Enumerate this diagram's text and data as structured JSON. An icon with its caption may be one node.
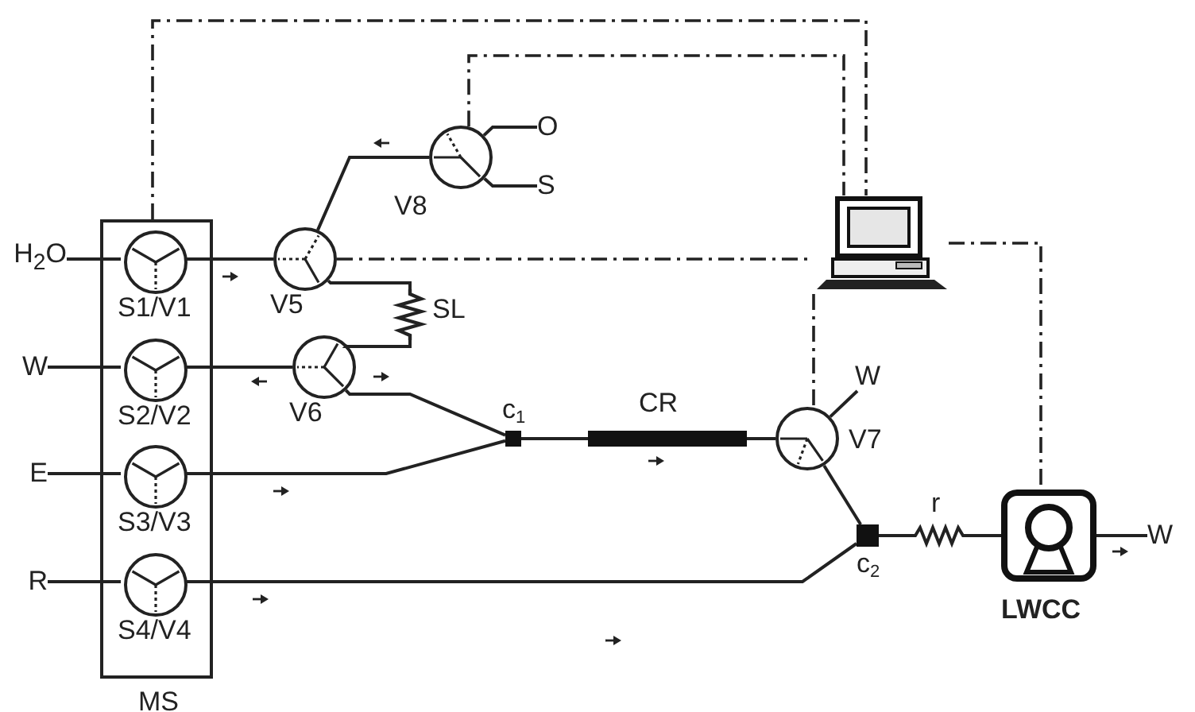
{
  "diagram": {
    "nodes": [
      {
        "text": [
          "MS"
        ]
      },
      {
        "text": [
          "S1/V1"
        ],
        "in": 0
      },
      {
        "text": [
          "S2/V2"
        ],
        "in": 0
      },
      {
        "text": [
          "S3/V3"
        ],
        "in": 0
      },
      {
        "text": [
          "S4/V4"
        ],
        "in": 0
      },
      {
        "text": [
          "H$_{2}$O"
        ]
      },
      {
        "text": [
          "W"
        ]
      },
      {
        "text": [
          "E"
        ]
      },
      {
        "text": [
          "R"
        ]
      },
      {
        "text": [
          "V5"
        ]
      },
      {
        "text": [
          "V6"
        ]
      },
      {
        "text": [
          "V8"
        ]
      },
      {
        "text": [
          "O"
        ]
      },
      {
        "text": [
          "S"
        ]
      },
      {
        "text": [
          "SL"
        ]
      },
      {
        "text": [
          "c$_{1}$"
        ]
      },
      {
        "text": [
          "CR"
        ]
      },
      {
        "text": [
          "V7"
        ]
      },
      {
        "text": [
          "W"
        ]
      },
      {
        "text": [
          "c$_{2}$"
        ]
      },
      {
        "text": [
          "r"
        ]
      },
      {
        "text": [
          "LWCC"
        ]
      },
      {
        "text": [
          "W"
        ]
      },
      {
        "text": [],
        "shape": "computer"
      }
    ],
    "edges": [
      {
        "from": 5,
        "to": 1,
        "arrow": "none"
      },
      {
        "from": 1,
        "to": 9,
        "arrow": "none"
      },
      {
        "from": 6,
        "to": 2,
        "arrow": "none"
      },
      {
        "from": 2,
        "to": 10,
        "arrow": "none"
      },
      {
        "from": 7,
        "to": 3,
        "arrow": "none"
      },
      {
        "from": 3,
        "to": 15,
        "arrow": "none"
      },
      {
        "from": 8,
        "to": 4,
        "arrow": "none"
      },
      {
        "from": 4,
        "to": 19,
        "arrow": "none"
      },
      {
        "from": 9,
        "to": 11,
        "arrow": "none"
      },
      {
        "from": 11,
        "to": 12,
        "arrow": "none"
      },
      {
        "from": 11,
        "to": 13,
        "arrow": "none"
      },
      {
        "from": 9,
        "to": 14,
        "arrow": "none"
      },
      {
        "from": 14,
        "to": 10,
        "arrow": "none"
      },
      {
        "from": 10,
        "to": 15,
        "arrow": "none"
      },
      {
        "from": 15,
        "to": 16,
        "arrow": "none"
      },
      {
        "from": 16,
        "to": 17,
        "arrow": "none"
      },
      {
        "from": 17,
        "to": 18,
        "arrow": "none"
      },
      {
        "from": 17,
        "to": 19,
        "arrow": "none"
      },
      {
        "from": 19,
        "to": 20,
        "arrow": "none"
      },
      {
        "from": 20,
        "to": 21,
        "arrow": "none"
      },
      {
        "from": 21,
        "to": 22,
        "arrow": "none"
      },
      {
        "from": 0,
        "to": 23,
        "arrow": "none",
        "style": "dashed"
      },
      {
        "from": 11,
        "to": 23,
        "arrow": "none",
        "style": "dashed"
      },
      {
        "from": 9,
        "to": 23,
        "arrow": "none",
        "style": "dashed"
      },
      {
        "from": 23,
        "to": 17,
        "arrow": "none",
        "style": "dashed"
      },
      {
        "from": 23,
        "to": 21,
        "arrow": "none",
        "style": "dashed"
      }
    ]
  }
}
